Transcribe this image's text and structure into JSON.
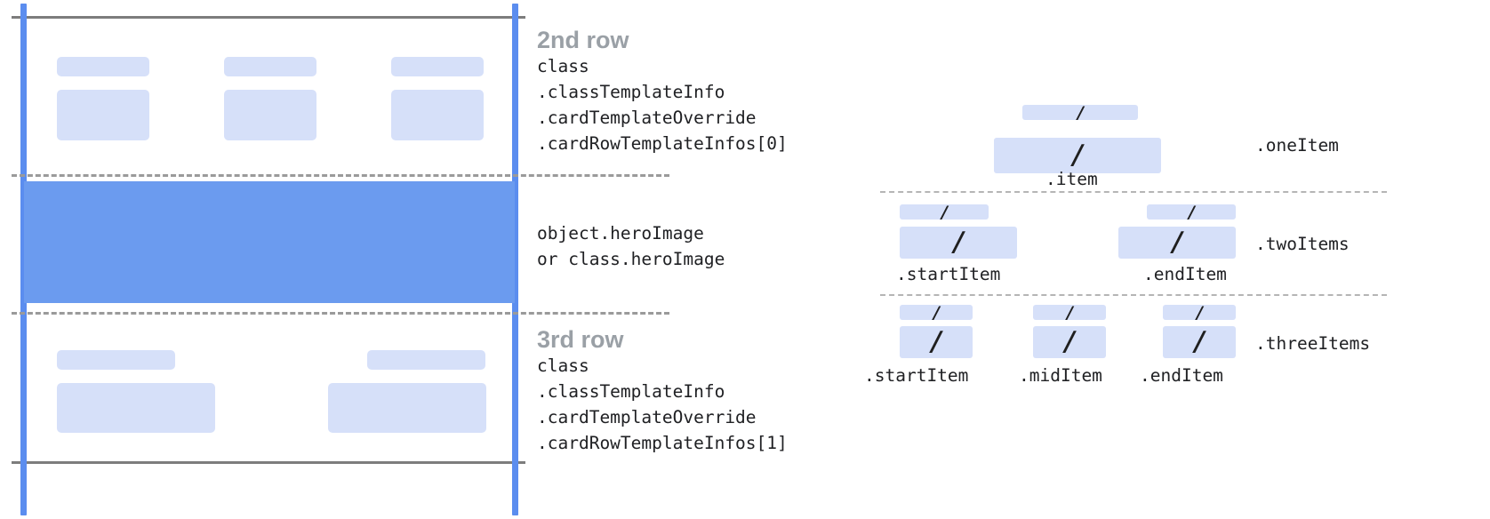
{
  "colors": {
    "rail_blue": "#5b8def",
    "hero_blue": "#6b9bef",
    "placeholder_blue": "#d6e0f9",
    "rule_grey": "#7d7d7d",
    "dashed_grey": "#9a9a9a",
    "title_grey": "#9aa0a6",
    "code_text": "#202124"
  },
  "card_panel": {
    "rows": [
      {
        "id": "second-row",
        "title": "2nd row",
        "code_lines": [
          "class",
          ".classTemplateInfo",
          ".cardTemplateOverride",
          ".cardRowTemplateInfos[0]"
        ],
        "placeholder_count": 6
      },
      {
        "id": "hero-row",
        "title": "",
        "code_lines": [
          "object.heroImage",
          "or class.heroImage"
        ],
        "placeholder_count": 0
      },
      {
        "id": "third-row",
        "title": "3rd row",
        "code_lines": [
          "class",
          ".classTemplateInfo",
          ".cardTemplateOverride",
          ".cardRowTemplateInfos[1]"
        ],
        "placeholder_count": 4
      }
    ]
  },
  "items_panel": {
    "slash_glyph": "/",
    "variants": [
      {
        "id": "one-item",
        "variant_label": ".oneItem",
        "items": [
          {
            "label": ".item"
          }
        ]
      },
      {
        "id": "two-items",
        "variant_label": ".twoItems",
        "items": [
          {
            "label": ".startItem"
          },
          {
            "label": ".endItem"
          }
        ]
      },
      {
        "id": "three-items",
        "variant_label": ".threeItems",
        "items": [
          {
            "label": ".startItem"
          },
          {
            "label": ".midItem"
          },
          {
            "label": ".endItem"
          }
        ]
      }
    ]
  }
}
